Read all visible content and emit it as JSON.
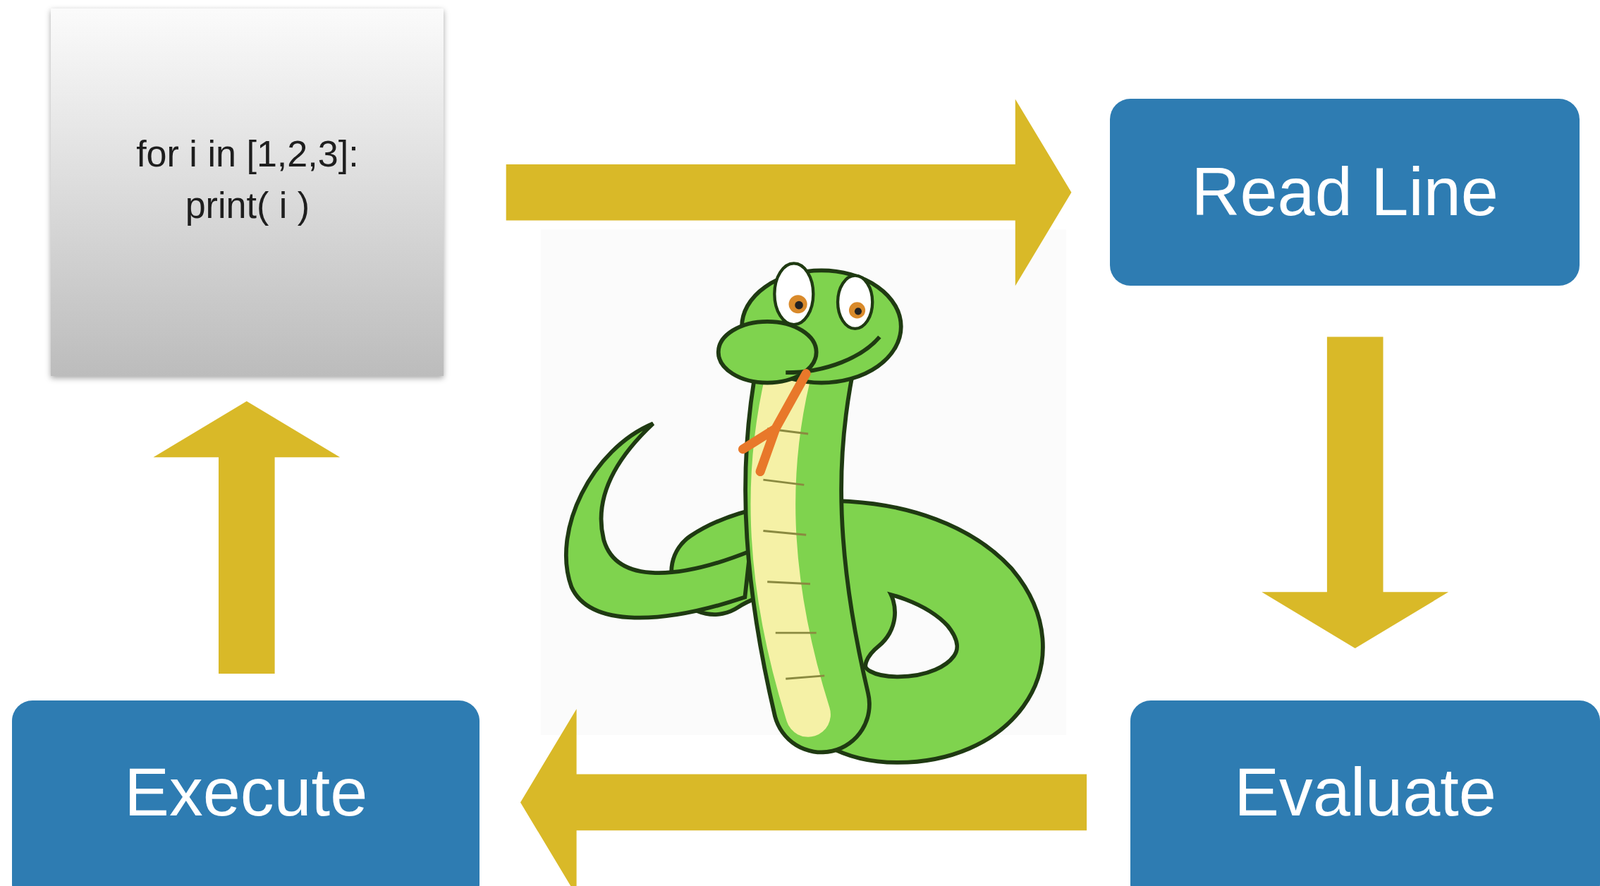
{
  "diagram": {
    "nodes": [
      {
        "text": [
          "for i in [1,2,3]:",
          "print( i )"
        ]
      },
      {
        "text": [
          "Read Line"
        ]
      },
      {
        "text": [
          "Execute"
        ]
      },
      {
        "text": [
          "Evaluate"
        ]
      }
    ],
    "edges": [
      {
        "from": 0,
        "to": 1,
        "arrow": "to"
      },
      {
        "from": 1,
        "to": 3,
        "arrow": "to"
      },
      {
        "from": 3,
        "to": 2,
        "arrow": "to"
      },
      {
        "from": 2,
        "to": 0,
        "arrow": "to"
      }
    ]
  }
}
